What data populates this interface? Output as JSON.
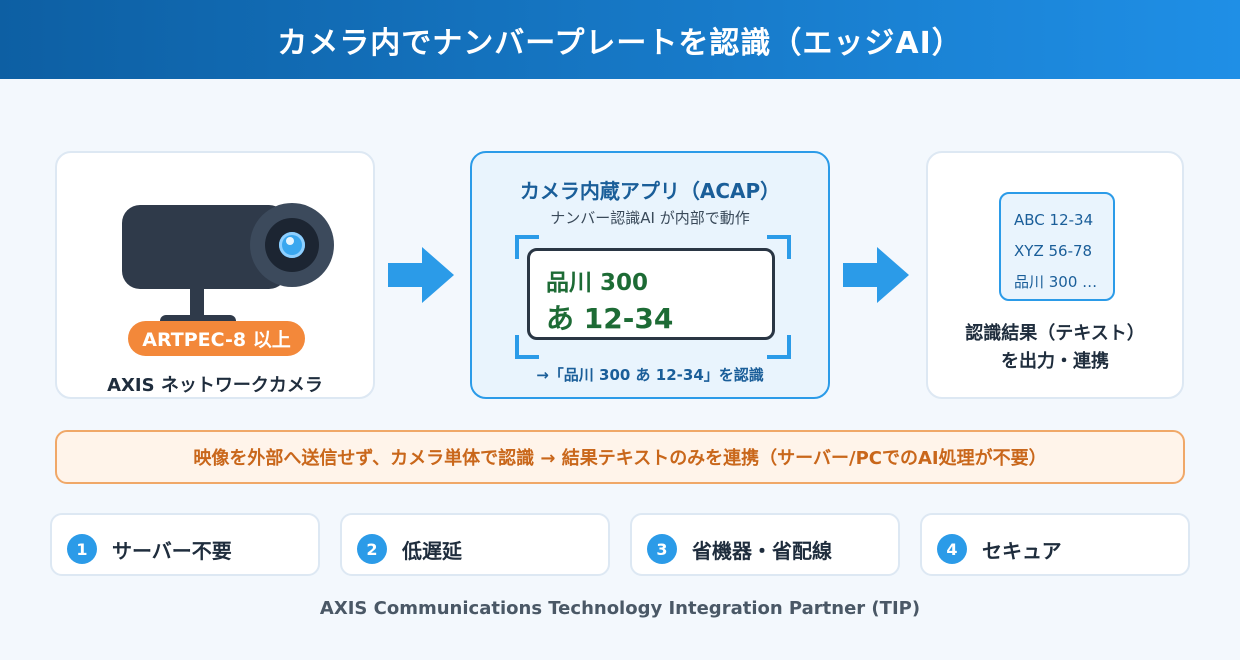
{
  "header": {
    "title": "カメラ内でナンバープレートを認識（エッジAI）"
  },
  "camera": {
    "badge": "ARTPEC-8 以上",
    "label": "AXIS ネットワークカメラ"
  },
  "acap": {
    "title": "カメラ内蔵アプリ（ACAP）",
    "subtitle": "ナンバー認識AI が内部で動作",
    "plate_line1": "品川 300",
    "plate_line2": "あ 12-34",
    "result": "→「品川 300 あ 12-34」を認識"
  },
  "output": {
    "items": [
      "ABC 12-34",
      "XYZ 56-78",
      "品川 300 …"
    ],
    "label_line1": "認識結果（テキスト）",
    "label_line2": "を出力・連携"
  },
  "banner": {
    "text": "映像を外部へ送信せず、カメラ単体で認識 → 結果テキストのみを連携（サーバー/PCでのAI処理が不要）"
  },
  "features": [
    {
      "num": "1",
      "label": "サーバー不要"
    },
    {
      "num": "2",
      "label": "低遅延"
    },
    {
      "num": "3",
      "label": "省機器・省配線"
    },
    {
      "num": "4",
      "label": "セキュア"
    }
  ],
  "footer": {
    "text": "AXIS Communications  Technology Integration Partner (TIP)"
  },
  "colors": {
    "accent": "#2b9be8",
    "header": "#0d5fa3",
    "orange": "#f3883a",
    "plate_text": "#1d6b35"
  }
}
